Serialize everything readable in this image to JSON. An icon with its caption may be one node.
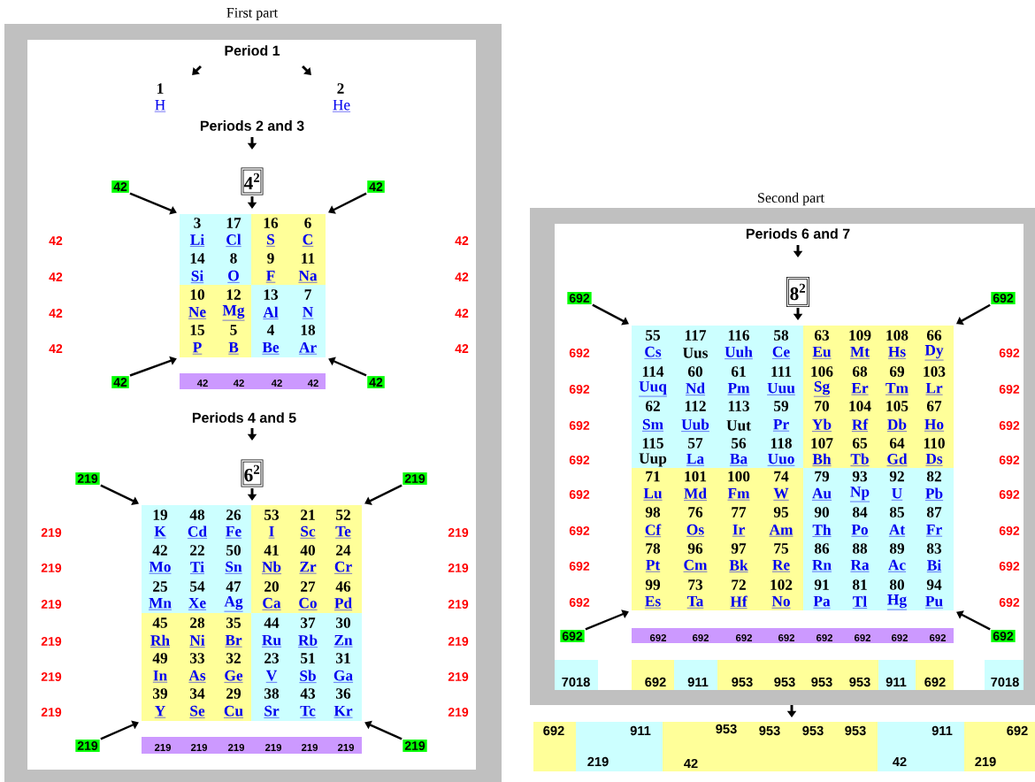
{
  "diagram": {
    "nodes": [
      {
        "text": [
          "First part"
        ]
      },
      {
        "text": [
          "42"
        ],
        "in": 0
      },
      {
        "text": [
          "4$^{2}$"
        ],
        "in": 0
      },
      {
        "text": [
          "42"
        ],
        "in": 0
      },
      {
        "text": [
          "3",
          "17",
          "Li",
          "Cl",
          "14",
          "8",
          "Si",
          "O"
        ],
        "in": 0
      },
      {
        "text": [
          "16",
          "6",
          "S",
          "C",
          "9",
          "11",
          "F",
          "Na"
        ],
        "in": 0
      },
      {
        "text": [
          "10",
          "12",
          "Ne",
          "Mg",
          "15",
          "5",
          "P",
          "B"
        ],
        "in": 0
      },
      {
        "text": [
          "13",
          "7",
          "Al",
          "N",
          "4",
          "18",
          "Be",
          "Ar"
        ],
        "in": 0
      },
      {
        "text": [
          "42"
        ],
        "in": 0
      },
      {
        "text": [
          "42",
          "42",
          "42",
          "42"
        ],
        "in": 0
      },
      {
        "text": [
          "42"
        ],
        "in": 0
      },
      {
        "text": [
          "219"
        ],
        "in": 0
      },
      {
        "text": [
          "6$^{2}$"
        ],
        "in": 0
      },
      {
        "text": [
          "219"
        ],
        "in": 0
      },
      {
        "text": [
          "19",
          "48",
          "26",
          "K",
          "Cd",
          "Fe",
          "42",
          "22",
          "50",
          "Mo",
          "Ti",
          "Sn",
          "25",
          "54",
          "47",
          "Mn",
          "Xe",
          "Ag"
        ],
        "in": 0
      },
      {
        "text": [
          "53",
          "21",
          "52",
          "I",
          "Sc",
          "Te",
          "41",
          "40",
          "24",
          "Nb",
          "Zr",
          "Cr",
          "20",
          "27",
          "46",
          "Ca",
          "Co",
          "Pd"
        ],
        "in": 0
      },
      {
        "text": [
          "45",
          "28",
          "35",
          "Rh",
          "Ni",
          "Br",
          "49",
          "33",
          "32",
          "In",
          "As",
          "Ge",
          "39",
          "34",
          "29",
          "Y",
          "Se",
          "Cu"
        ],
        "in": 0
      },
      {
        "text": [
          "44",
          "37",
          "30",
          "Ru",
          "Rb",
          "Zn",
          "23",
          "51",
          "31",
          "V",
          "Sb",
          "Ga",
          "38",
          "43",
          "36",
          "Sr",
          "Tc",
          "Kr"
        ],
        "in": 0
      },
      {
        "text": [
          "219"
        ],
        "in": 0
      },
      {
        "text": [
          "219",
          "219",
          "219",
          "219",
          "219",
          "219"
        ],
        "in": 0
      },
      {
        "text": [
          "219"
        ],
        "in": 0
      },
      {
        "text": [
          "Second part"
        ]
      },
      {
        "text": [
          "692"
        ],
        "in": 21
      },
      {
        "text": [
          "8$^{2}$"
        ],
        "in": 21
      },
      {
        "text": [
          "692"
        ],
        "in": 21
      },
      {
        "text": [
          "55",
          "117",
          "116",
          "58",
          "Cs",
          "Uus",
          "Uuh",
          "Ce",
          "114",
          "60",
          "61",
          "111",
          "Uuq",
          "Nd",
          "Pm",
          "Uuu",
          "62",
          "112",
          "113",
          "59",
          "Sm",
          "Uub",
          "Uut",
          "Pr",
          "115",
          "57",
          "56",
          "118",
          "Uup",
          "La",
          "Ba",
          "Uuo"
        ],
        "in": 21
      },
      {
        "text": [
          "63",
          "109",
          "108",
          "66",
          "Eu",
          "Mt",
          "Hs",
          "Dy",
          "106",
          "68",
          "69",
          "103",
          "Sg",
          "Er",
          "Tm",
          "Lr",
          "70",
          "104",
          "105",
          "67",
          "Yb",
          "Rf",
          "Db",
          "Ho",
          "107",
          "65",
          "64",
          "110",
          "Bh",
          "Tb",
          "Gd",
          "Ds"
        ],
        "in": 21
      },
      {
        "text": [
          "71",
          "101",
          "100",
          "74",
          "Lu",
          "Md",
          "Fm",
          "W",
          "98",
          "76",
          "77",
          "95",
          "Cf",
          "Os",
          "Ir",
          "Am",
          "78",
          "96",
          "97",
          "75",
          "Pt",
          "Cm",
          "Bk",
          "Re",
          "99",
          "73",
          "72",
          "102",
          "Es",
          "Ta",
          "Hf",
          "No"
        ],
        "in": 21
      },
      {
        "text": [
          "79",
          "93",
          "92",
          "82",
          "Au",
          "Np",
          "U",
          "Pb",
          "90",
          "84",
          "85",
          "87",
          "Th",
          "Po",
          "At",
          "Fr",
          "86",
          "88",
          "89",
          "83",
          "Rn",
          "Ra",
          "Ac",
          "Bi",
          "91",
          "81",
          "80",
          "94",
          "Pa",
          "Tl",
          "Hg",
          "Pu"
        ],
        "in": 21
      },
      {
        "text": [
          "692"
        ],
        "in": 21
      },
      {
        "text": [
          "692",
          "692",
          "692",
          "692",
          "692",
          "692",
          "692",
          "692"
        ],
        "in": 21
      },
      {
        "text": [
          "692"
        ],
        "in": 21
      },
      {
        "text": [
          "7018"
        ],
        "in": 21
      },
      {
        "text": [
          "692"
        ],
        "in": 21
      },
      {
        "text": [
          "911"
        ],
        "in": 21
      },
      {
        "text": [
          "953",
          "953",
          "953",
          "953"
        ],
        "in": 21
      },
      {
        "text": [
          "911"
        ],
        "in": 21
      },
      {
        "text": [
          "692"
        ],
        "in": 21
      },
      {
        "text": [
          "7018"
        ],
        "in": 21
      },
      {
        "text": [
          "692"
        ]
      },
      {
        "text": [
          "911",
          "219"
        ]
      },
      {
        "text": [
          "953",
          "953",
          "953",
          "953",
          "42"
        ]
      },
      {
        "text": [
          "911",
          "42"
        ]
      },
      {
        "text": [
          "692",
          "219"
        ]
      }
    ],
    "edges": [
      {
        "from": 1,
        "to": 4,
        "arrow": "to"
      },
      {
        "from": 3,
        "to": 5,
        "arrow": "to"
      },
      {
        "from": 8,
        "to": 6,
        "arrow": "to"
      },
      {
        "from": 10,
        "to": 7,
        "arrow": "to"
      },
      {
        "from": 11,
        "to": 14,
        "arrow": "to"
      },
      {
        "from": 13,
        "to": 15,
        "arrow": "to"
      },
      {
        "from": 18,
        "to": 16,
        "arrow": "to"
      },
      {
        "from": 20,
        "to": 17,
        "arrow": "to"
      },
      {
        "from": 22,
        "to": 25,
        "arrow": "to"
      },
      {
        "from": 24,
        "to": 26,
        "arrow": "to"
      },
      {
        "from": 29,
        "to": 27,
        "arrow": "to"
      },
      {
        "from": 31,
        "to": 28,
        "arrow": "to"
      }
    ],
    "labels": [
      "Period 1",
      "1",
      "H",
      "2",
      "He",
      "Periods 2 and 3",
      "42",
      "42",
      "42",
      "42",
      "42",
      "42",
      "42",
      "42",
      "Periods 4 and 5",
      "219",
      "219",
      "219",
      "219",
      "219",
      "219",
      "219",
      "219",
      "219",
      "219",
      "219",
      "219",
      "Periods 6 and 7",
      "692",
      "692",
      "692",
      "692",
      "692",
      "692",
      "692",
      "692",
      "692",
      "692",
      "692",
      "692",
      "692",
      "692",
      "692",
      "692"
    ]
  }
}
